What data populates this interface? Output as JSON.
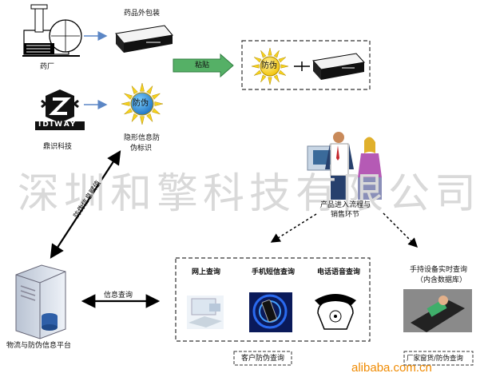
{
  "watermark": "深圳和擎科技有限公司",
  "site": "alibaba.com.cn",
  "nodes": {
    "pharma_factory": "药厂",
    "package": "药品外包装",
    "idiway_logo": "IDIWAY",
    "idiway_company": "鼎识科技",
    "security_mark": "防伪",
    "hidden_mark_line1": "隐形信息防",
    "hidden_mark_line2": "伪标识",
    "attach": "粘贴",
    "combined_mark": "防伪",
    "sales_line1": "产品进入流程与",
    "sales_line2": "销售环节",
    "platform": "物流与防伪信息平台",
    "info_query": "信息查询",
    "diag_arrow": "防伪信息赋值",
    "online_query": "网上查询",
    "sms_query": "手机短信查询",
    "phone_query": "电话语音查询",
    "customer_query": "客户防伪查询",
    "handheld_line1": "手持设备实时查询",
    "handheld_line2": "（内含数据库）",
    "factory_query": "厂家窗货/防伪查询"
  },
  "colors": {
    "arrow_blue": "#5b86c5",
    "sun_yellow": "#f7d21c",
    "sun_core": "#2e8fd8",
    "attach_green": "#55b066"
  }
}
